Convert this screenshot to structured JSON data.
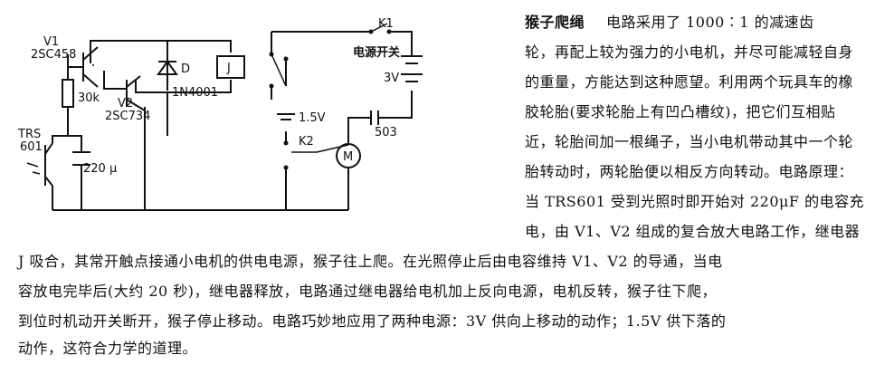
{
  "schematic": {
    "v1": "V1",
    "v1_part": "2SC458",
    "v2": "V2",
    "v2_part": "2SC734",
    "r_value": "30k",
    "trs_name": "TRS",
    "trs_part": "601",
    "cap_value": "220 μ",
    "diode": "D",
    "diode_part": "1N4001",
    "relay": "J",
    "k1": "K1",
    "k1_caption": "电源开关",
    "batt_3v": "3V",
    "batt_15v": "1.5V",
    "cap_503": "503",
    "k2": "K2",
    "motor": "M"
  },
  "article": {
    "title": "猴子爬绳",
    "lines": [
      "电路采用了 1000∶1 的减速齿",
      "轮，再配上较为强力的小电机，并尽可能减轻自身",
      "的重量，方能达到这种愿望。利用两个玩具车的橡",
      "胶轮胎(要求轮胎上有凹凸槽纹)，把它们互相贴",
      "近，轮胎间加一根绳子，当小电机带动其中一个轮",
      "胎转动时，两轮胎便以相反方向转动。电路原理：",
      "当 TRS601 受到光照时即开始对 220μF 的电容充",
      "电，由 V1、V2 组成的复合放大电路工作，继电器",
      "J 吸合，其常开触点接通小电机的供电电源，猴子往上爬。在光照停止后由电容维持 V1、V2 的导通，当电",
      "容放电完毕后(大约 20 秒)，继电器释放，电路通过继电器给电机加上反向电源，电机反转，猴子往下爬，",
      "到位时机动开关断开，猴子停止移动。电路巧妙地应用了两种电源：3V 供向上移动的动作；1.5V 供下落的",
      "动作，这符合力学的道理。"
    ]
  }
}
